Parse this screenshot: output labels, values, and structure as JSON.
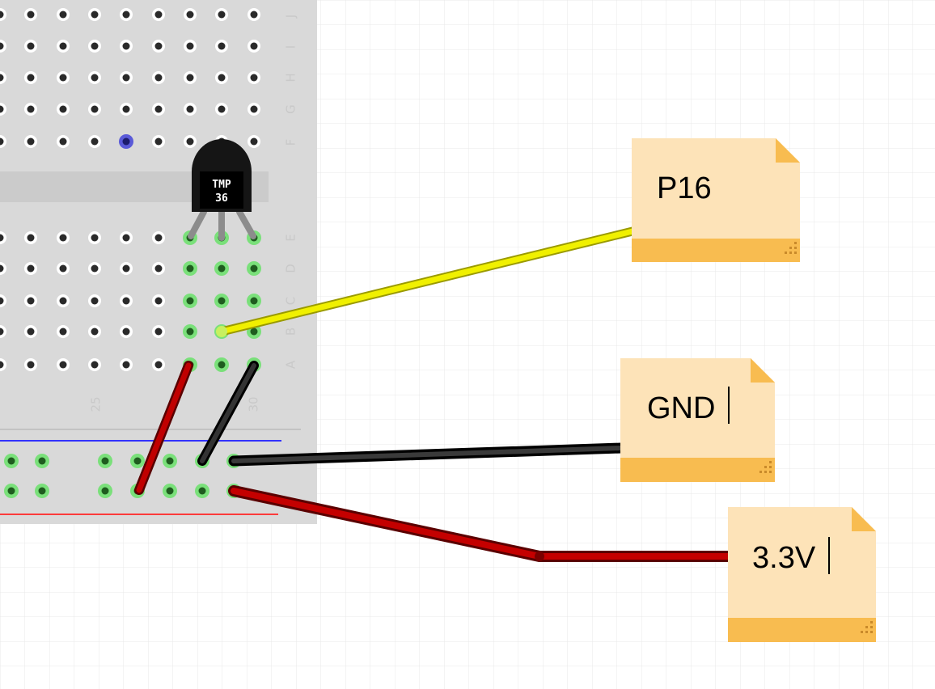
{
  "component": {
    "label_line1": "TMP",
    "label_line2": "36"
  },
  "breadboard": {
    "row_letters_top": [
      "J",
      "I",
      "H",
      "G",
      "F"
    ],
    "row_letters_bottom": [
      "E",
      "D",
      "C",
      "B",
      "A"
    ],
    "column_numbers": [
      "25",
      "30"
    ]
  },
  "notes": [
    {
      "id": "p16",
      "text": "P16",
      "cursor": false
    },
    {
      "id": "gnd",
      "text": "GND",
      "cursor": true
    },
    {
      "id": "v33",
      "text": "3.3V",
      "cursor": true
    }
  ],
  "colors": {
    "signal_wire": "#e8e800",
    "ground_wire": "#1a1a1a",
    "power_wire": "#b00000",
    "note_body": "#fde3b8",
    "note_band": "#f8bc50",
    "breadboard": "#d9d9d9",
    "highlight_hole": "#7ae07a",
    "selected_hole": "#4a4acd"
  }
}
